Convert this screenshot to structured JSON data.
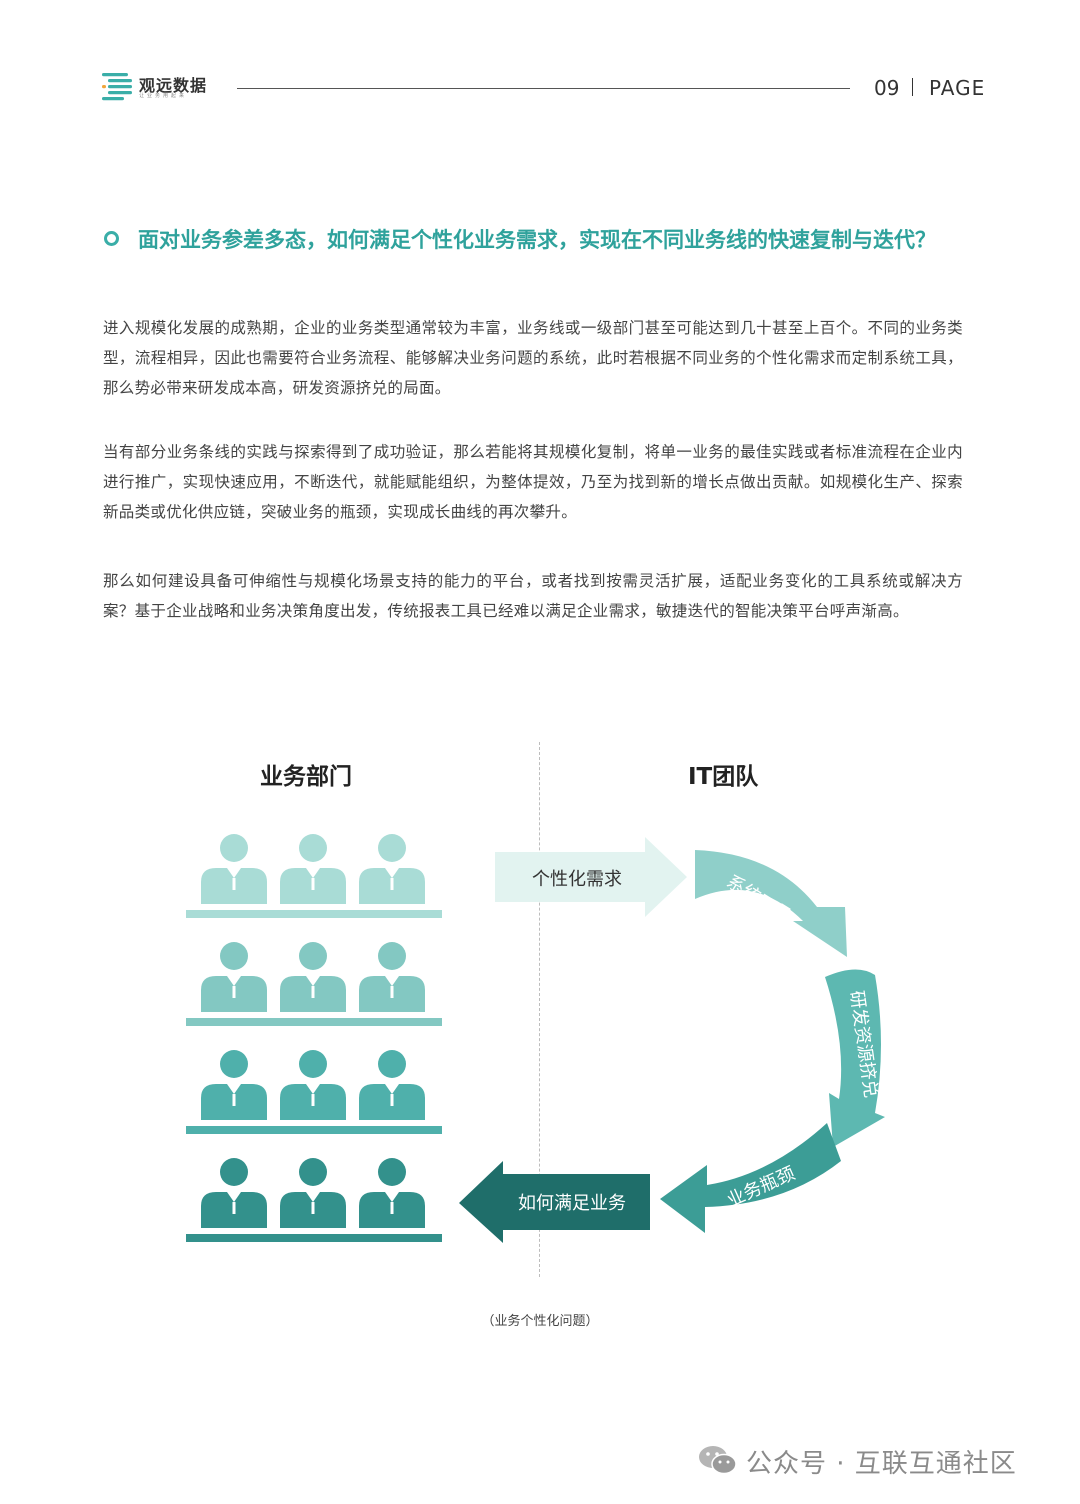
{
  "header": {
    "logo_name": "观远数据",
    "logo_tagline": "让业务用起来",
    "page_number": "09",
    "page_word": "PAGE"
  },
  "section": {
    "title": "面对业务参差多态，如何满足个性化业务需求，实现在不同业务线的快速复制与迭代？"
  },
  "paragraphs": [
    "进入规模化发展的成熟期，企业的业务类型通常较为丰富，业务线或一级部门甚至可能达到几十甚至上百个。不同的业务类型，流程相异，因此也需要符合业务流程、能够解决业务问题的系统，此时若根据不同业务的个性化需求而定制系统工具，那么势必带来研发成本高，研发资源挤兑的局面。",
    "当有部分业务条线的实践与探索得到了成功验证，那么若能将其规模化复制，将单一业务的最佳实践或者标准流程在企业内进行推广，实现快速应用，不断迭代，就能赋能组织，为整体提效，乃至为找到新的增长点做出贡献。如规模化生产、探索新品类或优化供应链，突破业务的瓶颈，实现成长曲线的再次攀升。",
    "那么如何建设具备可伸缩性与规模化场景支持的能力的平台，或者找到按需灵活扩展，适配业务变化的工具系统或解决方案？基于企业战略和业务决策角度出发，传统报表工具已经难以满足企业需求，敏捷迭代的智能决策平台呼声渐高。"
  ],
  "diagram": {
    "left_title": "业务部门",
    "right_title": "IT团队",
    "people_rows": [
      {
        "color": "#a9dcd6",
        "desk": "#a9dcd6"
      },
      {
        "color": "#83c8c2",
        "desk": "#83c8c2"
      },
      {
        "color": "#4fb0ab",
        "desk": "#4fb0ab"
      },
      {
        "color": "#33918c",
        "desk": "#33918c"
      }
    ],
    "flow_labels": [
      "个性化需求",
      "系统工具",
      "研发资源挤兑",
      "业务瓶颈",
      "如何满足业务"
    ],
    "caption": "（业务个性化问题）"
  },
  "watermark": {
    "text": "公众号 · 互联互通社区",
    "icon": "wechat-icon"
  },
  "colors": {
    "accent": "#2fa29c"
  }
}
